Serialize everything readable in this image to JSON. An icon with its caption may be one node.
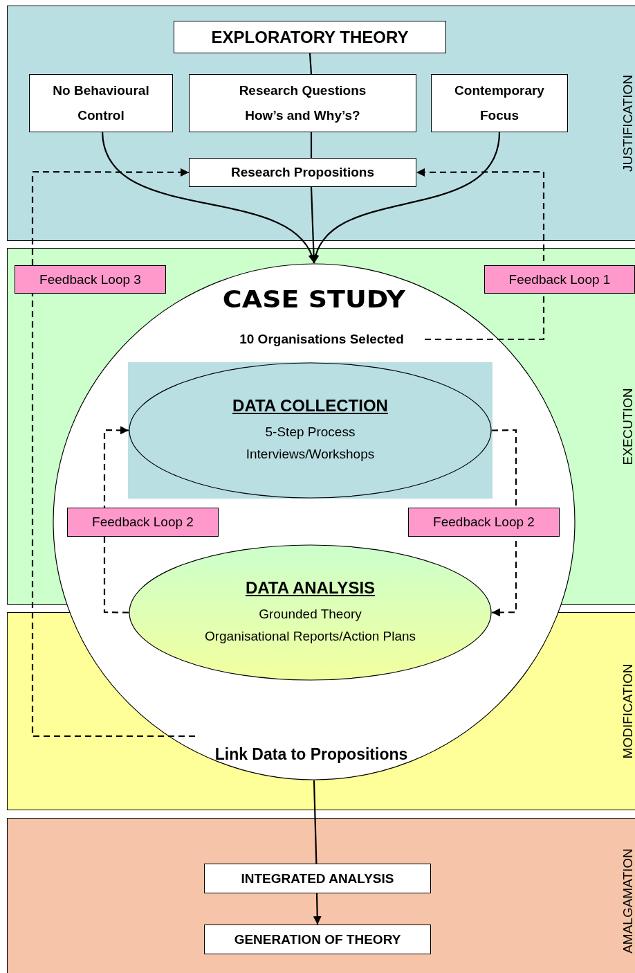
{
  "diagram": {
    "nodes": [
      {
        "text": [
          "EXPLORATORY THEORY"
        ]
      },
      {
        "text": [
          "No Behavioural",
          "Control"
        ]
      },
      {
        "text": [
          "Research Questions",
          "How’s and Why’s?"
        ]
      },
      {
        "text": [
          "Contemporary",
          "Focus"
        ]
      },
      {
        "text": [
          "Research Propositions"
        ]
      },
      {
        "text": [
          "CASE STUDY"
        ]
      },
      {
        "text": [
          "10 Organisations Selected"
        ],
        "in": 5
      },
      {
        "text": [
          "DATA COLLECTION",
          "5-Step Process",
          "Interviews/Workshops"
        ],
        "in": 5
      },
      {
        "text": [
          "DATA ANALYSIS",
          "Grounded Theory",
          "Organisational Reports/Action Plans"
        ],
        "in": 5
      },
      {
        "text": [
          "Link Data to Propositions"
        ],
        "in": 5
      },
      {
        "text": [
          "INTEGRATED ANALYSIS"
        ]
      },
      {
        "text": [
          "GENERATION OF THEORY"
        ]
      }
    ],
    "edges": [
      {
        "from": 0,
        "to": 2,
        "arrow": "none"
      },
      {
        "from": 2,
        "to": 4,
        "arrow": "none"
      },
      {
        "from": 4,
        "to": 5,
        "arrow": "to"
      },
      {
        "from": 1,
        "to": 5,
        "arrow": "to"
      },
      {
        "from": 3,
        "to": 5,
        "arrow": "to"
      },
      {
        "from": 6,
        "to": 4,
        "arrow": "to",
        "label": "Feedback Loop 1",
        "style": "dashed"
      },
      {
        "from": 9,
        "to": 4,
        "arrow": "to",
        "label": "Feedback Loop 3",
        "style": "dashed"
      },
      {
        "from": 7,
        "to": 8,
        "arrow": "to",
        "label": "Feedback Loop 2",
        "style": "dashed"
      },
      {
        "from": 8,
        "to": 7,
        "arrow": "to",
        "label": "Feedback Loop 2",
        "style": "dashed"
      },
      {
        "from": 5,
        "to": 10,
        "arrow": "none"
      },
      {
        "from": 10,
        "to": 11,
        "arrow": "to"
      }
    ],
    "labels": [
      "JUSTIFICATION",
      "EXECUTION",
      "MODIFICATION",
      "AMALGAMATION"
    ]
  }
}
